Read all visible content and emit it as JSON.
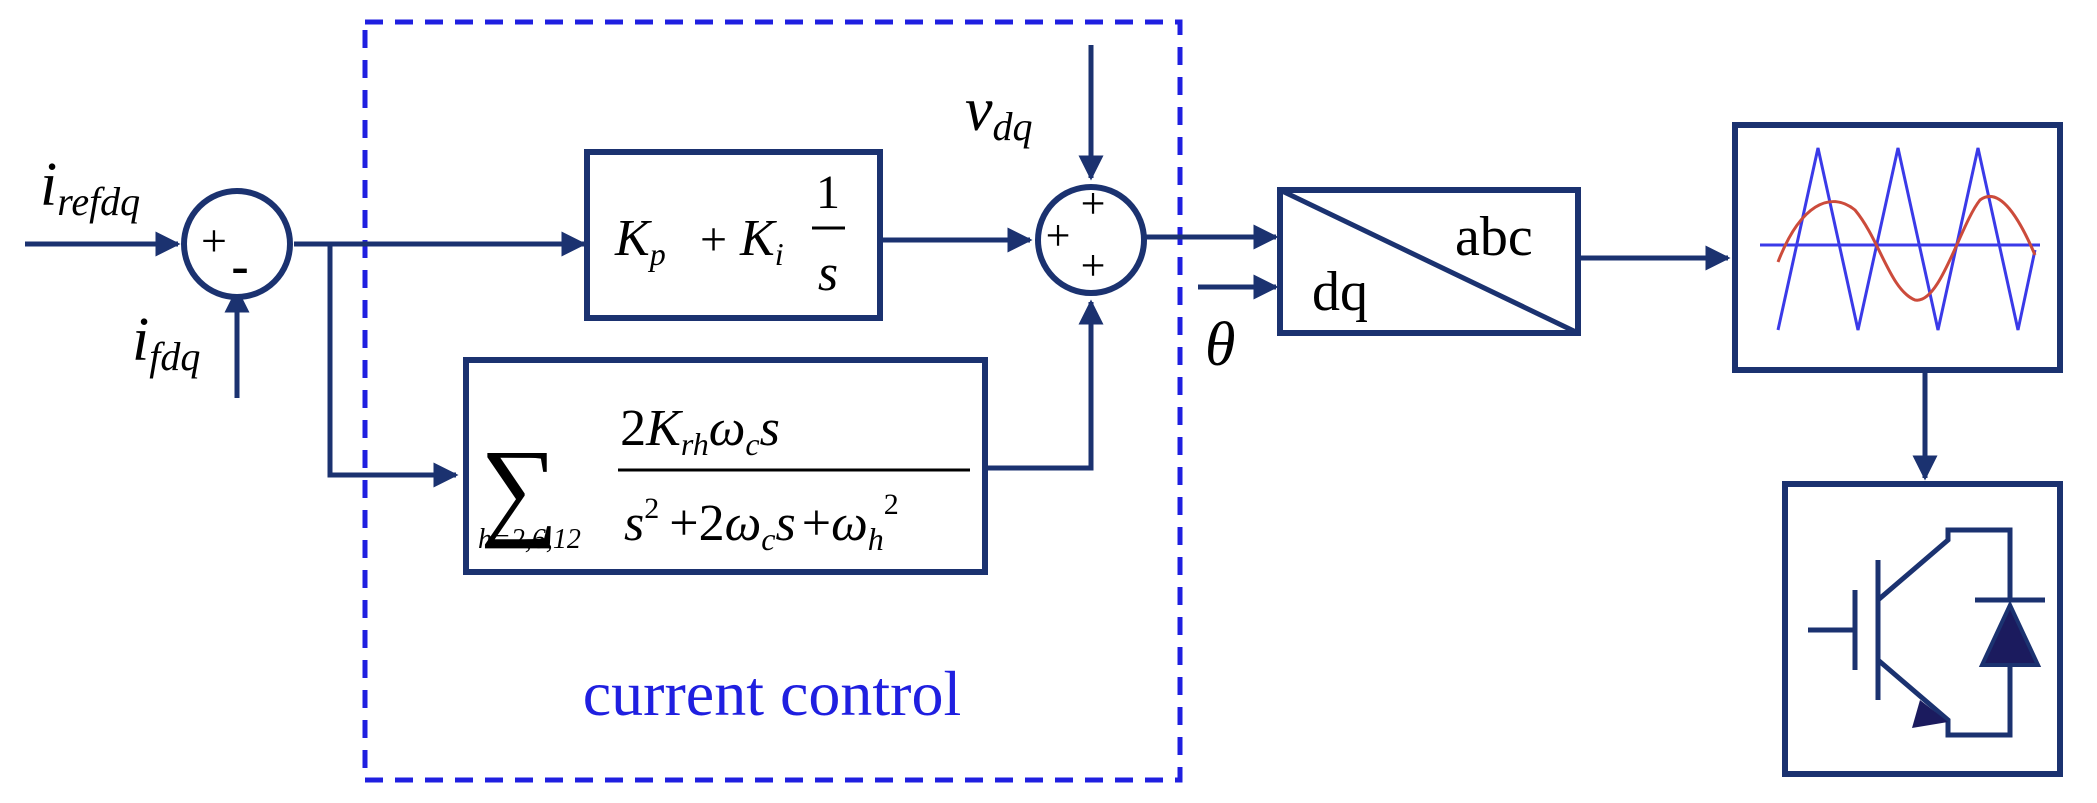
{
  "colors": {
    "line": "#1b3270",
    "dashed_frame": "#1f1fe0",
    "caption": "#1f1fe0",
    "carrier": "#3a3ae8",
    "modulating": "#cc4b3b",
    "diode_fill": "#1b1b5e"
  },
  "inputs": {
    "i_ref": {
      "base": "i",
      "sub": "refdq"
    },
    "i_f": {
      "base": "i",
      "sub": "fdq"
    },
    "v": {
      "base": "v",
      "sub": "dq"
    },
    "theta": "θ"
  },
  "sum1": {
    "plus": "+",
    "minus": "-"
  },
  "sum2": {
    "plus_top": "+",
    "plus_left": "+",
    "plus_bottom": "+"
  },
  "pi_block": {
    "kp_base": "K",
    "kp_sub": "p",
    "plus": "+",
    "ki_base": "K",
    "ki_sub": "i",
    "frac_num": "1",
    "frac_den": "s"
  },
  "resonant_block": {
    "sigma": "∑",
    "sigma_lower": "h=2,6,12",
    "num_coef": "2",
    "num_k_base": "K",
    "num_k_sub": "rh",
    "num_omega_base": "ω",
    "num_omega_sub": "c",
    "num_s": "s",
    "den_s": "s",
    "den_s_exp": "2",
    "den_plus1": "+",
    "den_coef": "2",
    "den_omega_base": "ω",
    "den_omega_sub": "c",
    "den_s2": "s",
    "den_plus2": "+",
    "den_omega_h_base": "ω",
    "den_omega_h_sub": "h",
    "den_omega_h_exp": "2"
  },
  "transform_block": {
    "left": "dq",
    "right": "abc"
  },
  "frame_caption": "current control",
  "icons": {
    "pwm": "pwm-waveform-icon",
    "switch": "igbt-with-diode-icon"
  }
}
